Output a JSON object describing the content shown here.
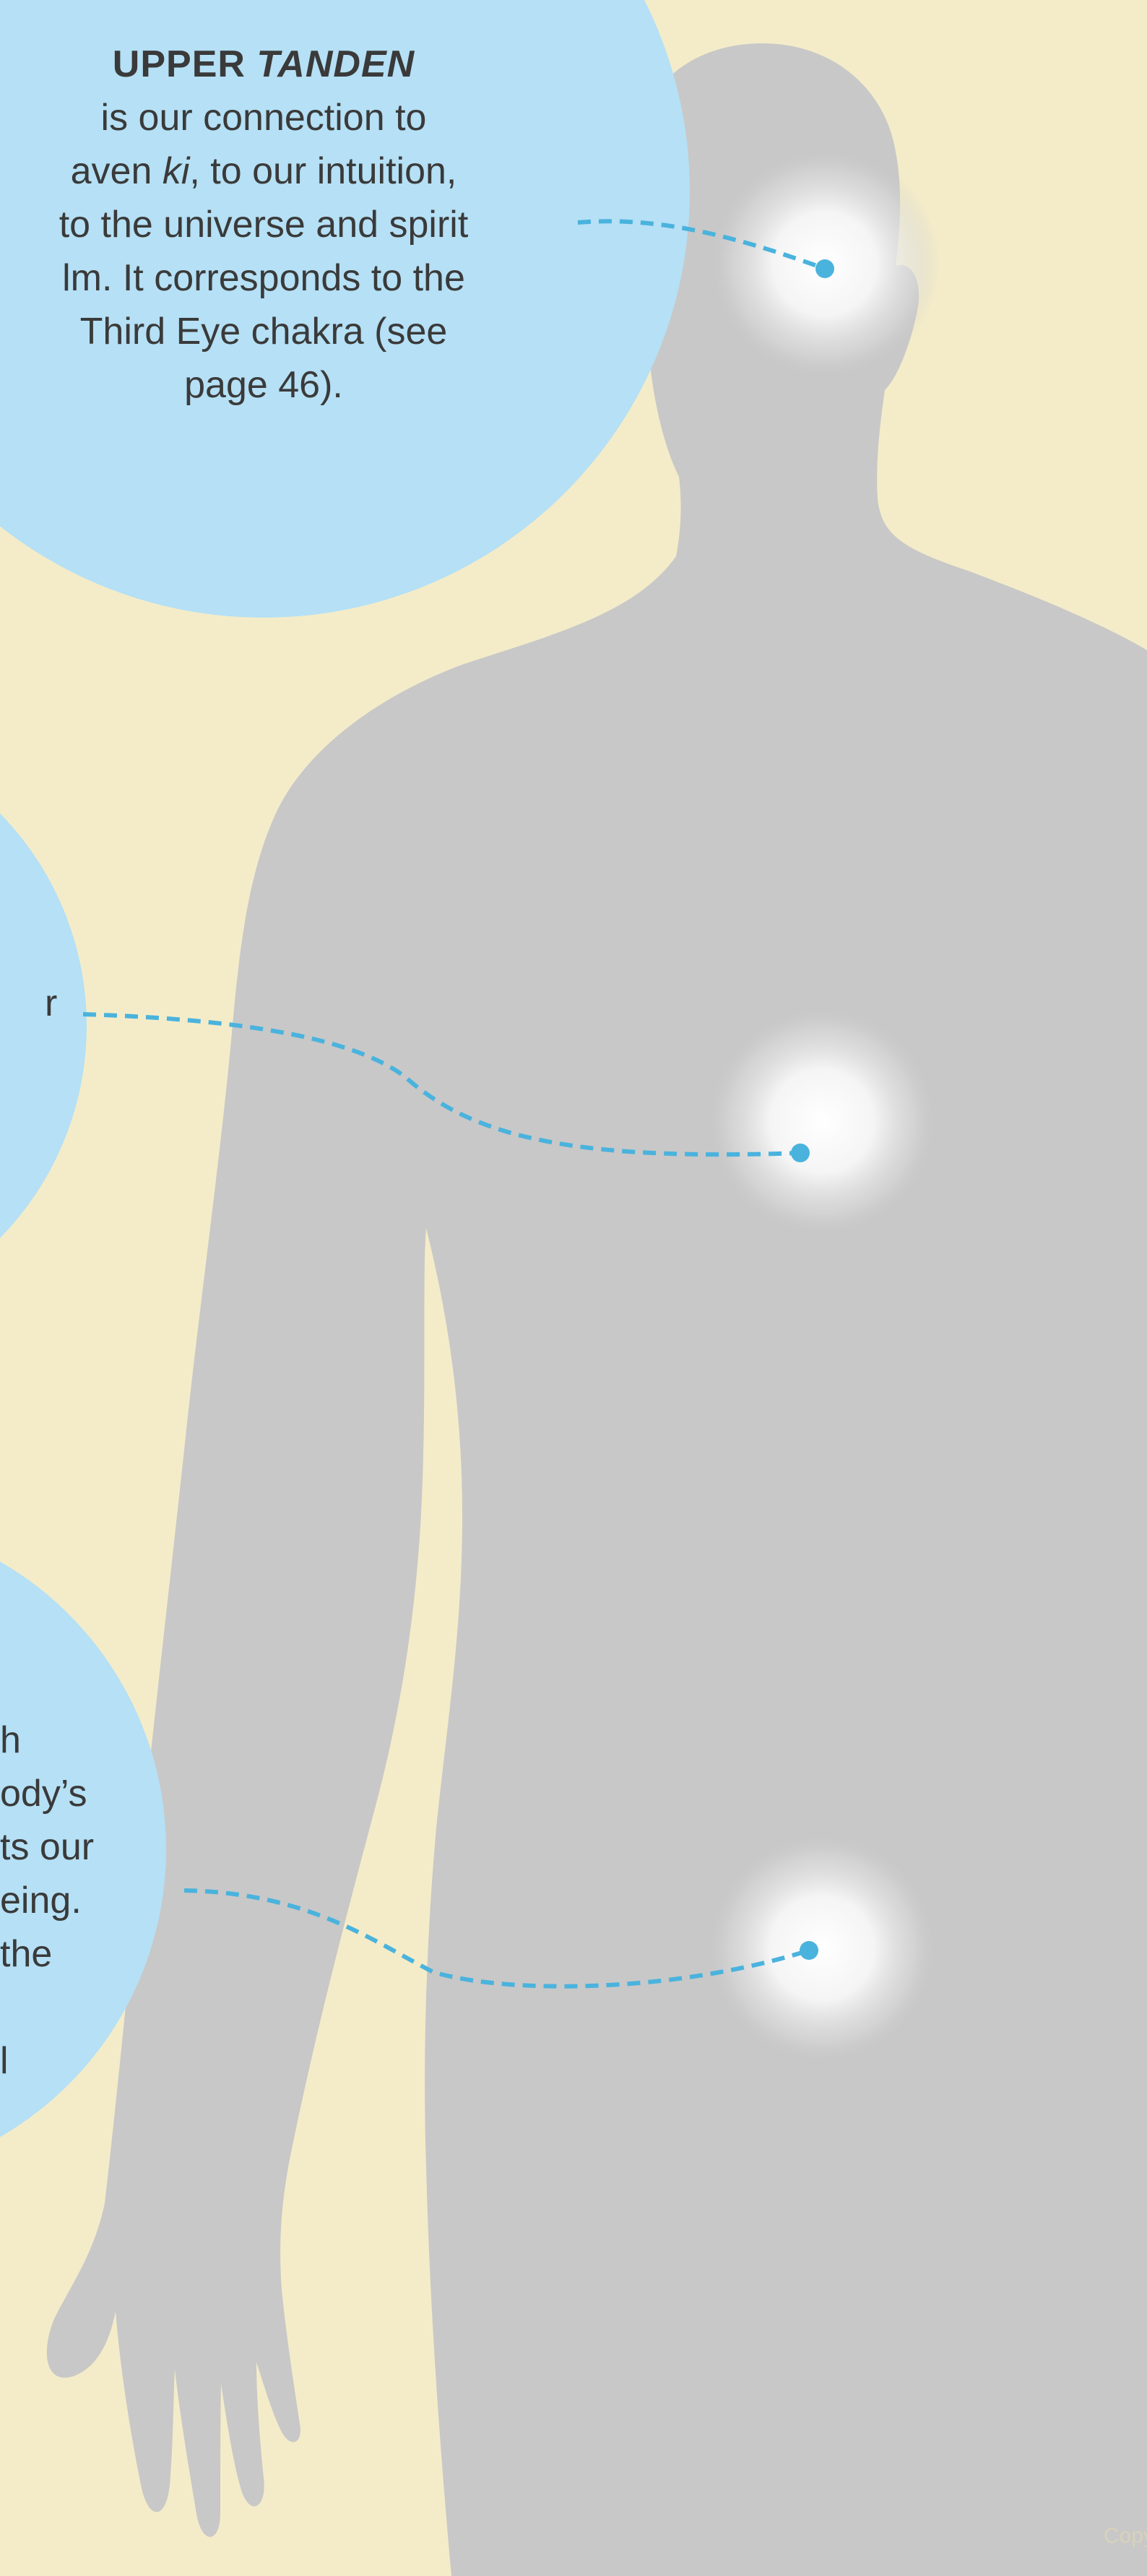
{
  "colors": {
    "background": "#f4ecc9",
    "silhouette": "#c8c8c8",
    "bubble": "#b5e0f5",
    "connector": "#4ab3dd",
    "text": "#3a3a3a"
  },
  "upper": {
    "title_prefix": "UPPER ",
    "title_italic": "TANDEN",
    "line1": "is our connection to",
    "line2_pre": "aven ",
    "line2_italic": "ki",
    "line2_post": ", to our intuition,",
    "line3": "to the universe and spirit",
    "line4": "lm. It corresponds to the",
    "line5": "Third Eye chakra (see",
    "line6": "page 46)."
  },
  "middle": {
    "line1": "r"
  },
  "lower": {
    "line1": "h",
    "line2": "ody’s",
    "line3": "ts our",
    "line4": "eing.",
    "line5": "the",
    "line6": "l"
  },
  "footer": {
    "copyright_fragment": "Copy"
  }
}
